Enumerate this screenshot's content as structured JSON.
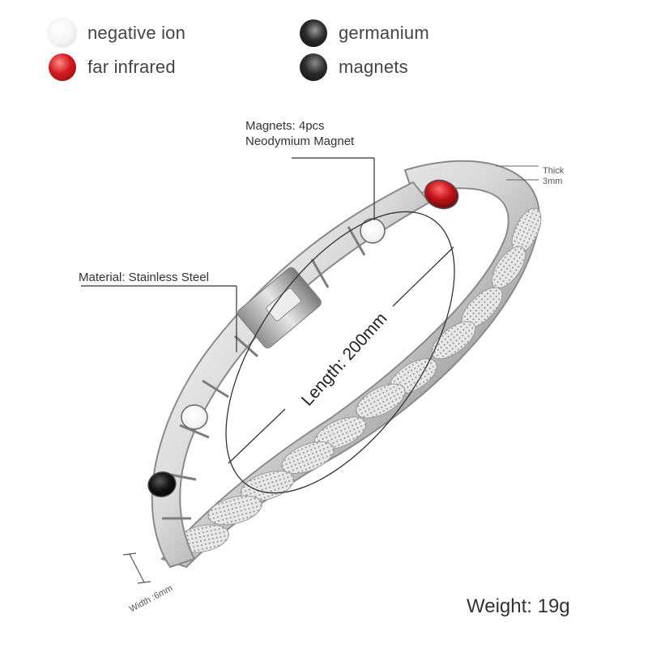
{
  "legend": [
    {
      "label": "negative ion",
      "color": "#f6f6f6"
    },
    {
      "label": "far infrared",
      "color": "#c8151b"
    },
    {
      "label": "germanium",
      "color": "#1a1a1a"
    },
    {
      "label": "magnets",
      "color": "#222222"
    }
  ],
  "callouts": {
    "magnets_line1": "Magnets: 4pcs",
    "magnets_line2": "Neodymium Magnet",
    "material": "Material: Stainless Steel",
    "thick_line1": "Thick",
    "thick_line2": "3mm",
    "length": "Length: 200mm",
    "width": "Width :6mm"
  },
  "weight": "Weight: 19g"
}
